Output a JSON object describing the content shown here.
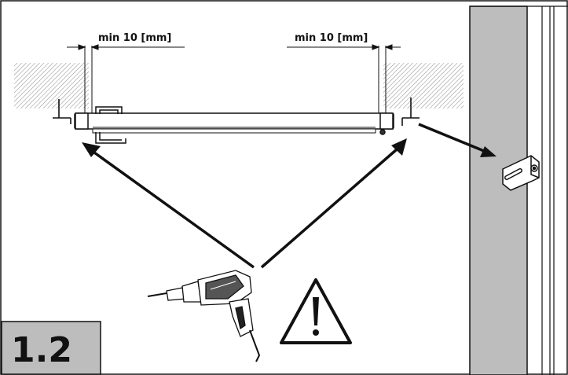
{
  "step_number": "1.2",
  "dimensions": {
    "left": "min 10 [mm]",
    "right": "min 10 [mm]"
  },
  "icons": {
    "warning": "warning-triangle-icon",
    "drill": "power-drill-icon",
    "bracket": "wall-bracket-icon"
  },
  "colors": {
    "line": "#111111",
    "panel": "#bdbdbd",
    "hatch": "#8a8a8a",
    "step_box": "#bdbdbd"
  }
}
